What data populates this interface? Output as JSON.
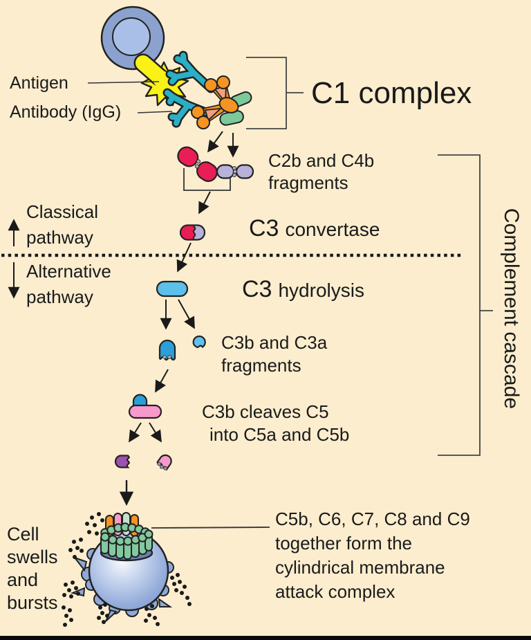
{
  "title": "Complement cascade diagram",
  "labels": {
    "antigen": "Antigen",
    "antibody": "Antibody (IgG)",
    "c1_complex": "C1 complex",
    "c2b_c4b_lines": [
      "C2b and C4b",
      "fragments"
    ],
    "c3_convertase": {
      "big": "C3",
      "rest": "convertase"
    },
    "classical_lines": [
      "Classical",
      "pathway"
    ],
    "alternative_lines": [
      "Alternative",
      "pathway"
    ],
    "c3_hydrolysis": {
      "big": "C3",
      "rest": "hydrolysis"
    },
    "c3b_c3a_lines": [
      "C3b and C3a",
      "fragments"
    ],
    "c5_lines": [
      "C3b cleaves C5",
      "into C5a and C5b"
    ],
    "cell_lines": [
      "Cell",
      "swells",
      "and",
      "bursts"
    ],
    "mac_lines": [
      "C5b, C6, C7, C8 and C9",
      "together form the",
      "cylindrical membrane",
      "attack complex"
    ],
    "cascade": "Complement cascade"
  },
  "colors": {
    "background": "#FBEDCE",
    "text": "#1a1a1a",
    "outline": "#222222",
    "c2b_red": "#E81E55",
    "c4b_lavender": "#B6B2DA",
    "c3_blue": "#5CC0EA",
    "c3b_blue": "#2B9FD8",
    "c5_pink": "#F899CE",
    "c5a_purple": "#9C50B2",
    "antibody_teal": "#2AAFC5",
    "c1_orange": "#F59422",
    "c1_salmon": "#F2A081",
    "c1_green": "#7CC99B",
    "mac_green": "#82C99F",
    "cell_outer": "#8BA2CF",
    "cell_inner": "#A9BFE7",
    "antigen_yellow": "#FAF216"
  }
}
